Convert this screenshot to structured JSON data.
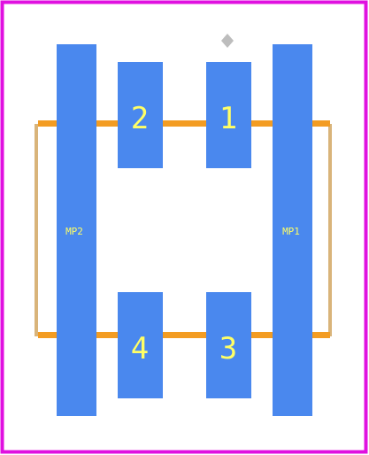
{
  "colors": {
    "background": "#ffffff",
    "border": "#e010e0",
    "pad": "#4a88ee",
    "silkscreen": "#f39c22",
    "courtyard": "#d9b47a",
    "pin1_marker": "#bdbdbd",
    "label": "#ffff66"
  },
  "pads": [
    {
      "id": "pad-1",
      "label": "1"
    },
    {
      "id": "pad-2",
      "label": "2"
    },
    {
      "id": "pad-3",
      "label": "3"
    },
    {
      "id": "pad-4",
      "label": "4"
    },
    {
      "id": "pad-mp1",
      "label": "MP1"
    },
    {
      "id": "pad-mp2",
      "label": "MP2"
    }
  ],
  "pin1_marker": "diamond"
}
